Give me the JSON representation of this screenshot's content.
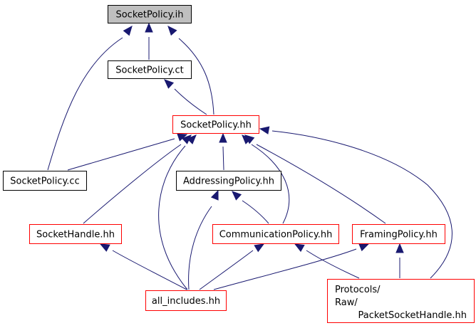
{
  "colors": {
    "edge": "#191970",
    "highlight_fill": "#bfbfbf",
    "normal_border": "#000000",
    "incomplete_border": "#ff0000",
    "node_fill": "#ffffff"
  },
  "nodes": [
    {
      "id": "ih",
      "lines": [
        "SocketPolicy.ih"
      ],
      "style": "highlight"
    },
    {
      "id": "ct",
      "lines": [
        "SocketPolicy.ct"
      ],
      "style": "normal"
    },
    {
      "id": "hh",
      "lines": [
        "SocketPolicy.hh"
      ],
      "style": "incomplete"
    },
    {
      "id": "cc",
      "lines": [
        "SocketPolicy.cc"
      ],
      "style": "normal"
    },
    {
      "id": "addr",
      "lines": [
        "AddressingPolicy.hh"
      ],
      "style": "normal"
    },
    {
      "id": "sh",
      "lines": [
        "SocketHandle.hh"
      ],
      "style": "incomplete"
    },
    {
      "id": "comm",
      "lines": [
        "CommunicationPolicy.hh"
      ],
      "style": "incomplete"
    },
    {
      "id": "frame",
      "lines": [
        "FramingPolicy.hh"
      ],
      "style": "incomplete"
    },
    {
      "id": "all",
      "lines": [
        "all_includes.hh"
      ],
      "style": "incomplete"
    },
    {
      "id": "psh",
      "lines": [
        "Protocols/",
        "Raw/",
        "PacketSocketHandle.hh"
      ],
      "style": "incomplete"
    }
  ],
  "edges": [
    {
      "from": "ct",
      "to": "ih"
    },
    {
      "from": "hh",
      "to": "ih"
    },
    {
      "from": "cc",
      "to": "ih"
    },
    {
      "from": "hh",
      "to": "ct"
    },
    {
      "from": "cc",
      "to": "hh"
    },
    {
      "from": "addr",
      "to": "hh"
    },
    {
      "from": "sh",
      "to": "hh"
    },
    {
      "from": "all",
      "to": "hh"
    },
    {
      "from": "comm",
      "to": "hh"
    },
    {
      "from": "frame",
      "to": "hh"
    },
    {
      "from": "psh",
      "to": "hh"
    },
    {
      "from": "comm",
      "to": "addr"
    },
    {
      "from": "all",
      "to": "addr"
    },
    {
      "from": "all",
      "to": "sh"
    },
    {
      "from": "all",
      "to": "comm"
    },
    {
      "from": "psh",
      "to": "comm"
    },
    {
      "from": "all",
      "to": "frame"
    },
    {
      "from": "psh",
      "to": "frame"
    }
  ]
}
